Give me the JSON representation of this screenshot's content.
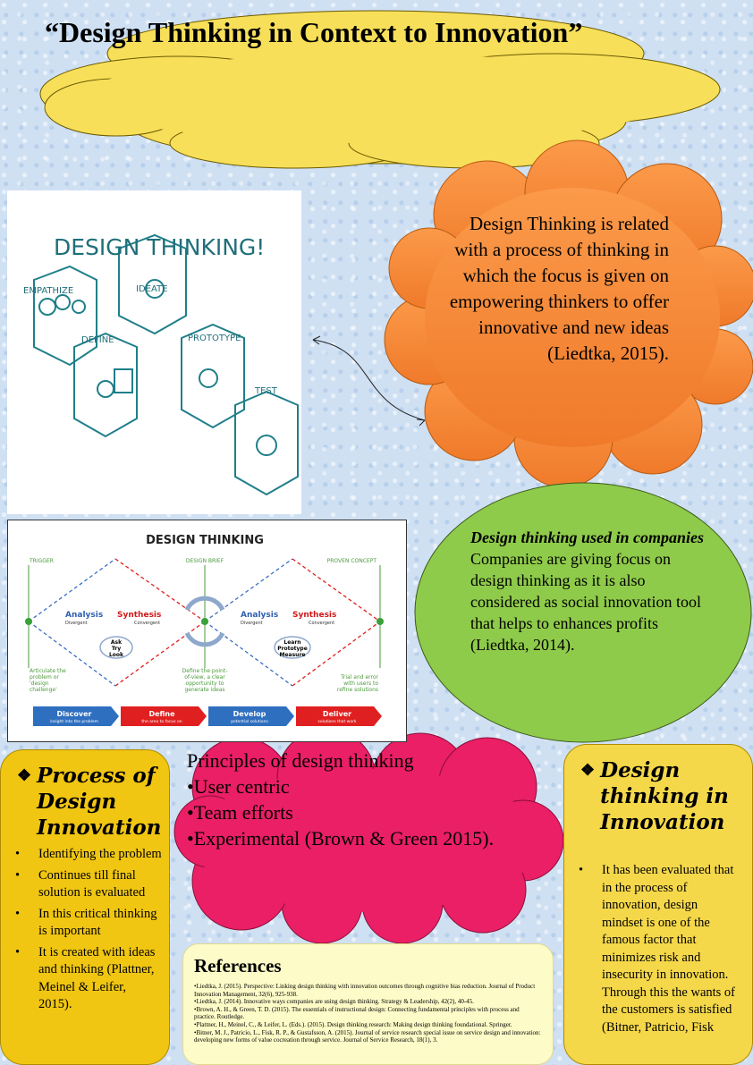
{
  "title": "“Design Thinking in Context to Innovation”",
  "orange_cloud": {
    "text": "Design Thinking is related with a process of thinking in which the focus is given on empowering thinkers to offer innovative and new ideas (Liedtka, 2015)."
  },
  "sketch_image": {
    "heading": "DESIGN THINKING!",
    "labels": [
      "EMPATHIZE",
      "DEFINE",
      "IDEATE",
      "PROTOTYPE",
      "TEST"
    ]
  },
  "diagram_image": {
    "heading": "DESIGN THINKING",
    "top_labels": [
      "TRIGGER",
      "DESIGN BRIEF",
      "PROVEN CONCEPT"
    ],
    "analysis_1": "Analysis",
    "divergent_1": "Divergent",
    "synthesis_1": "Synthesis",
    "convergent_1": "Convergent",
    "analysis_2": "Analysis",
    "divergent_2": "Divergent",
    "synthesis_2": "Synthesis",
    "convergent_2": "Convergent",
    "bubble_1": [
      "Ask",
      "Try",
      "Look"
    ],
    "bubble_2": [
      "Learn",
      "Prototype",
      "Measure"
    ],
    "bottom_left": [
      "Articulate the",
      "problem or",
      "'design",
      "challenge'"
    ],
    "bottom_mid": [
      "Define the point-",
      "of-view, a clear",
      "opportunity to",
      "generate ideas"
    ],
    "bottom_right": [
      "Trial and error",
      "with users to",
      "refine solutions"
    ],
    "phases": [
      {
        "name": "Discover",
        "sub": "insight into the problem",
        "color": "#2f6fc0"
      },
      {
        "name": "Define",
        "sub": "the area to focus on",
        "color": "#e02020"
      },
      {
        "name": "Develop",
        "sub": "potential solutions",
        "color": "#2f6fc0"
      },
      {
        "name": "Deliver",
        "sub": "solutions that work",
        "color": "#e02020"
      }
    ]
  },
  "green_ellipse": {
    "heading": "Design thinking used in companies",
    "text": "Companies are giving focus on design thinking as it is also considered as social innovation tool that helps to enhances profits (Liedtka, 2014)."
  },
  "pink_cloud": {
    "title": "Principles of design thinking",
    "items": [
      "•User centric",
      "•Team efforts",
      "•Experimental (Brown & Green 2015)."
    ]
  },
  "left_box": {
    "heading": "Process of Design Innovation",
    "items": [
      "Identifying the problem",
      "Continues till final solution is evaluated",
      "In this critical thinking is important",
      "It is created with ideas and thinking (Plattner, Meinel & Leifer, 2015)."
    ]
  },
  "right_box": {
    "heading": "Design thinking in Innovation",
    "items": [
      "It has been evaluated that in the process of innovation, design mindset is one of the famous factor that minimizes risk and insecurity in innovation. Through this the wants of the customers is satisfied (Bitner, Patricio, Fisk"
    ]
  },
  "references": {
    "heading": "References",
    "entries": [
      "•Liedtka, J. (2015). Perspective: Linking design thinking with innovation outcomes through cognitive bias reduction. Journal of Product Innovation Management, 32(6), 925-938.",
      "•Liedtka, J. (2014). Innovative ways companies are using design thinking. Strategy & Leadership, 42(2), 40-45.",
      "•Brown, A. H., & Green, T. D. (2015). The essentials of instructional design: Connecting fundamental principles with process and practice. Routledge.",
      "•Plattner, H., Meinel, C., & Leifer, L. (Eds.). (2015). Design thinking research: Making design thinking foundational. Springer.",
      "•Bitner, M. J., Patricio, L., Fisk, R. P., & Gustafsson, A. (2015). Journal of service research special issue on service design and innovation: developing new forms of value cocreation through service. Journal of Service Research, 18(1), 3."
    ]
  }
}
